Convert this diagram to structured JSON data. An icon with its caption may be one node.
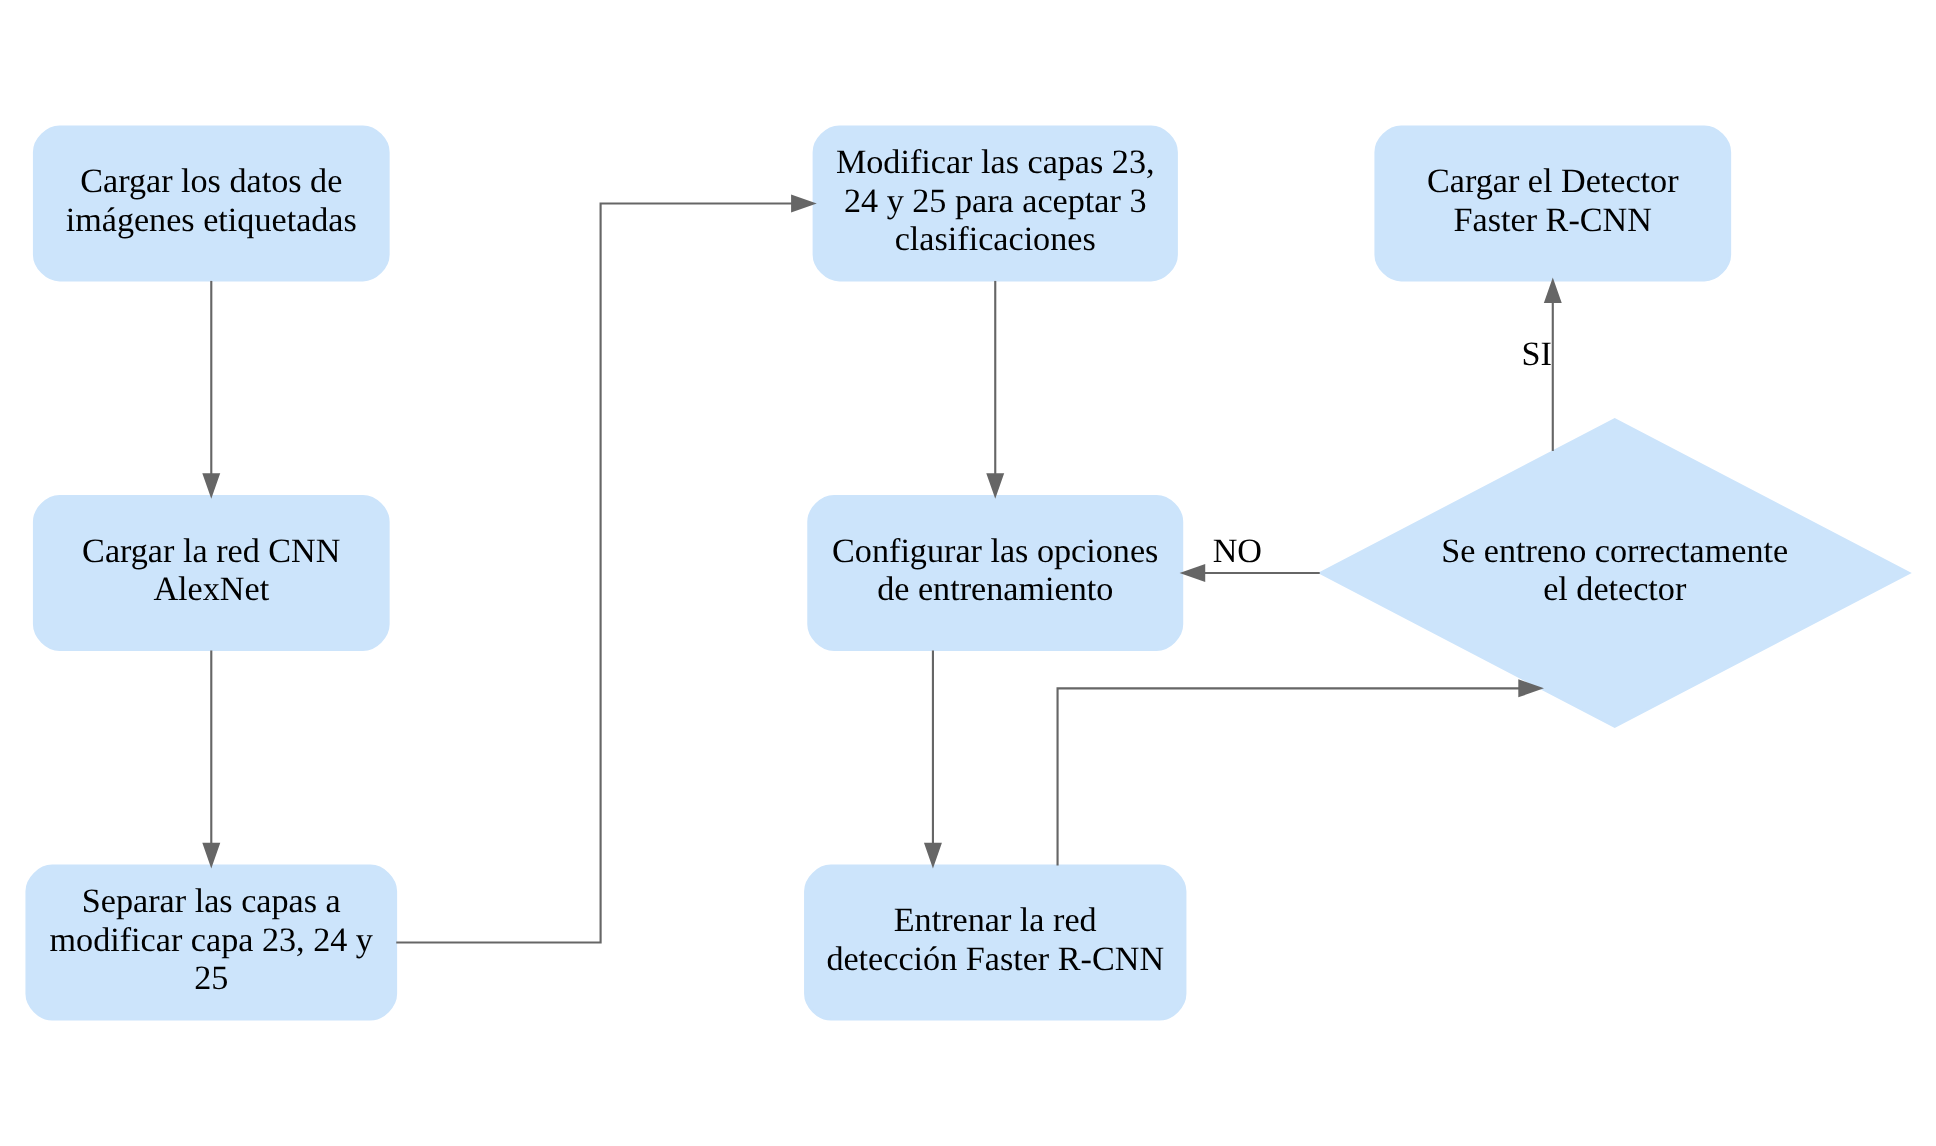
{
  "diagram": {
    "nodes": [
      {
        "text": [
          "Cargar los datos de imágenes etiquetadas"
        ]
      },
      {
        "text": [
          "Cargar la red CNN AlexNet"
        ]
      },
      {
        "text": [
          "Separar las capas a modificar capa 23, 24 y 25"
        ]
      },
      {
        "text": [
          "Modificar las capas 23, 24 y 25 para aceptar 3 clasificaciones"
        ]
      },
      {
        "text": [
          "Configurar las opciones de entrenamiento"
        ]
      },
      {
        "text": [
          "Entrenar la red detección Faster R-CNN"
        ]
      },
      {
        "text": [
          "Se entreno correctamente el detector"
        ]
      },
      {
        "text": [
          "Cargar el Detector Faster R-CNN"
        ]
      }
    ],
    "edges": [
      {
        "from": 0,
        "to": 1,
        "arrow": "to"
      },
      {
        "from": 1,
        "to": 2,
        "arrow": "to"
      },
      {
        "from": 2,
        "to": 3,
        "arrow": "to"
      },
      {
        "from": 3,
        "to": 4,
        "arrow": "to"
      },
      {
        "from": 4,
        "to": 5,
        "arrow": "to"
      },
      {
        "from": 5,
        "to": 6,
        "arrow": "to"
      },
      {
        "from": 6,
        "to": 7,
        "arrow": "to",
        "label": "SI"
      },
      {
        "from": 6,
        "to": 4,
        "arrow": "to",
        "label": "NO"
      }
    ]
  }
}
